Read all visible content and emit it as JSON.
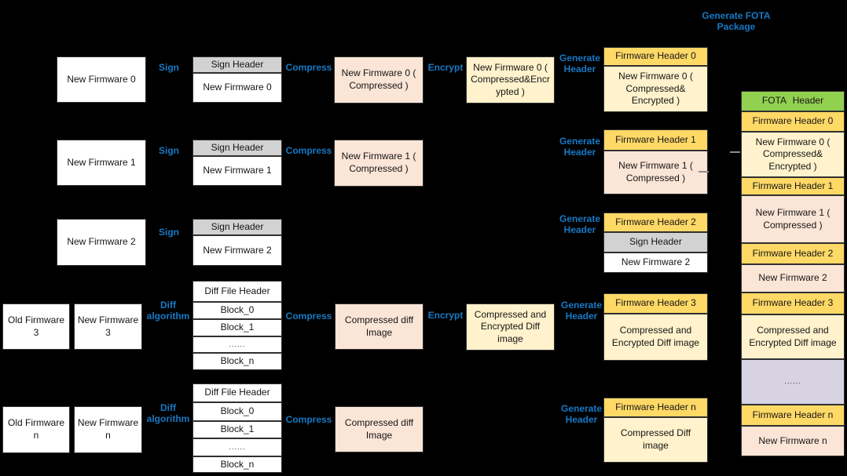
{
  "colors": {
    "background": "#000000",
    "process_label_blue": "#1779c5",
    "firmware_header_gold": "#ffd966",
    "encrypted_yellow": "#fff2cc",
    "compressed_pink": "#fbe5d6",
    "sign_header_gray": "#d2d2d2",
    "fota_header_green": "#92d050",
    "ellipsis_lavender": "#d7d3e3",
    "source_white": "#ffffff"
  },
  "process_labels": {
    "sign": "Sign",
    "compress": "Compress",
    "encrypt": "Encrypt",
    "generate_header": "Generate Header",
    "diff_algorithm": "Diff algorithm",
    "generate_fota_package": "Generate FOTA Package"
  },
  "rows": [
    {
      "source": "New Firmware 0",
      "signed_header": "Sign Header",
      "signed_body": "New Firmware 0",
      "compressed": "New Firmware 0 ( Compressed )",
      "encrypted": "New Firmware 0 ( Compressed&Encrypted )",
      "firmware_header": "Firmware Header 0",
      "header_body": "New Firmware 0 ( Compressed& Encrypted )"
    },
    {
      "source": "New Firmware 1",
      "signed_header": "Sign Header",
      "signed_body": "New Firmware 1",
      "compressed": "New Firmware 1 ( Compressed )",
      "firmware_header": "Firmware Header 1",
      "header_body": "New Firmware 1 ( Compressed )"
    },
    {
      "source": "New Firmware 2",
      "signed_header": "Sign Header",
      "signed_body": "New Firmware 2",
      "firmware_header": "Firmware Header 2",
      "header_sign_header": "Sign Header",
      "header_body": "New Firmware 2"
    },
    {
      "old_source": "Old Firmware 3",
      "new_source": "New Firmware 3",
      "diff_stack": [
        "Diff File Header",
        "Block_0",
        "Block_1",
        "......",
        "Block_n"
      ],
      "compressed": "Compressed diff Image",
      "encrypted": "Compressed and Encrypted Diff image",
      "firmware_header": "Firmware Header 3",
      "header_body": "Compressed and Encrypted Diff image"
    },
    {
      "old_source": "Old Firmware n",
      "new_source": "New Firmware n",
      "diff_stack": [
        "Diff File Header",
        "Block_0",
        "Block_1",
        "......",
        "Block_n"
      ],
      "compressed": "Compressed diff Image",
      "firmware_header": "Firmware Header n",
      "header_body": "Compressed Diff image"
    }
  ],
  "fota_package": {
    "items": [
      {
        "text": "FOTA  Header",
        "style": "green"
      },
      {
        "text": "Firmware Header 0",
        "style": "gold"
      },
      {
        "text": "New Firmware 0 ( Compressed& Encrypted )",
        "style": "yellow"
      },
      {
        "text": "Firmware Header 1",
        "style": "gold"
      },
      {
        "text": "New Firmware 1 ( Compressed )",
        "style": "pink"
      },
      {
        "text": "Firmware Header 2",
        "style": "gold"
      },
      {
        "text": "New Firmware 2",
        "style": "pink"
      },
      {
        "text": "Firmware Header 3",
        "style": "gold"
      },
      {
        "text": "Compressed and Encrypted Diff image",
        "style": "yellow"
      },
      {
        "text": "......",
        "style": "lavender"
      },
      {
        "text": "Firmware Header n",
        "style": "gold"
      },
      {
        "text": "New Firmware n",
        "style": "pink"
      }
    ]
  }
}
